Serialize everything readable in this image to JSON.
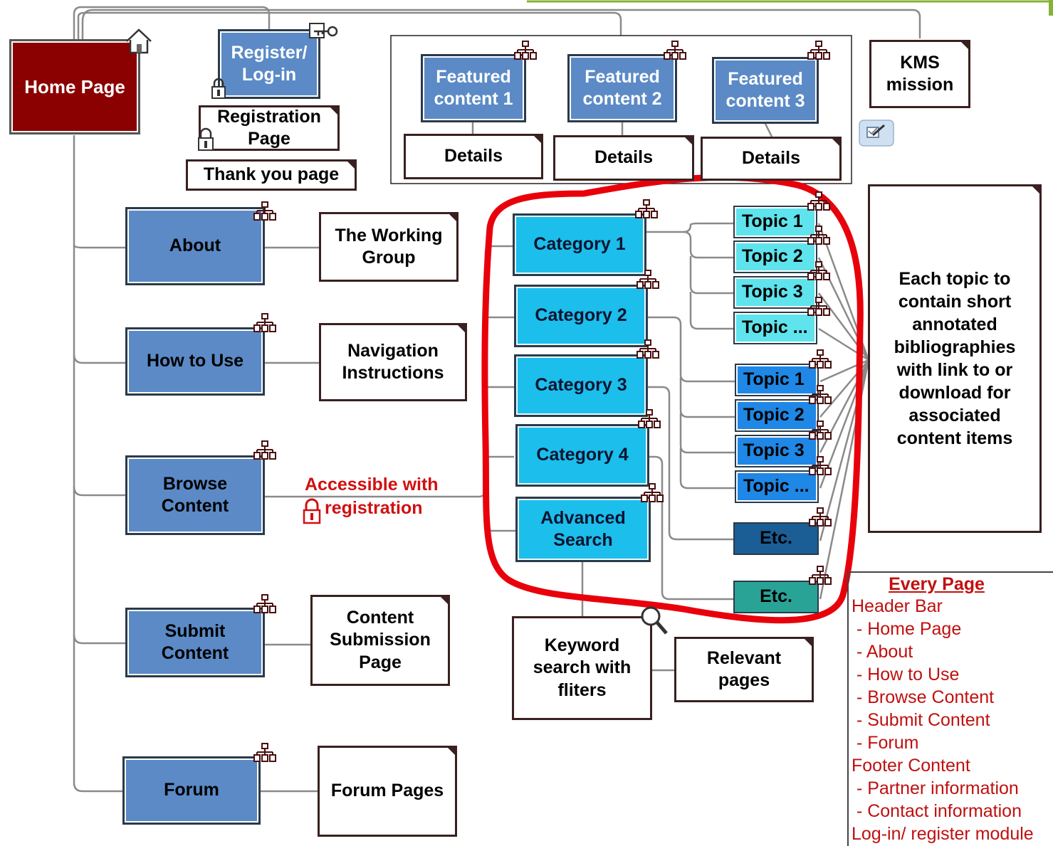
{
  "home": {
    "label": "Home Page"
  },
  "register": {
    "label": "Register/\nLog-in"
  },
  "registration_page": {
    "label": "Registration\nPage"
  },
  "thank_you": {
    "label": "Thank you page"
  },
  "featured": [
    {
      "label": "Featured\ncontent 1",
      "details": "Details"
    },
    {
      "label": "Featured\ncontent 2",
      "details": "Details"
    },
    {
      "label": "Featured\ncontent 3",
      "details": "Details"
    }
  ],
  "kms": {
    "label": "KMS\nmission"
  },
  "main_nav": [
    {
      "label": "About",
      "page": "The Working\nGroup"
    },
    {
      "label": "How to Use",
      "page": "Navigation\nInstructions"
    },
    {
      "label": "Browse\nContent"
    },
    {
      "label": "Submit\nContent",
      "page": "Content\nSubmission\nPage"
    },
    {
      "label": "Forum",
      "page": "Forum Pages"
    }
  ],
  "access_note": {
    "line1": "Accessible with",
    "line2": "registration"
  },
  "categories": [
    "Category 1",
    "Category 2",
    "Category 3",
    "Category 4"
  ],
  "advanced_search": {
    "label": "Advanced\nSearch"
  },
  "keyword_search": {
    "label": "Keyword\nsearch with\nfliters"
  },
  "relevant_pages": {
    "label": "Relevant\npages"
  },
  "topics_group_a": [
    "Topic 1",
    "Topic 2",
    "Topic 3",
    "Topic ..."
  ],
  "topics_group_b": [
    "Topic 1",
    "Topic 2",
    "Topic 3",
    "Topic ..."
  ],
  "etc": [
    "Etc.",
    "Etc."
  ],
  "topic_note": {
    "text": "Each topic to\ncontain short\nannotated\nbibliographies\nwith link to or\ndownload for\nassociated\ncontent items"
  },
  "every_page": {
    "title": "Every Page",
    "lines": [
      "Header Bar",
      " - Home Page",
      " - About",
      " - How to Use",
      " - Browse Content",
      " - Submit Content",
      " - Forum",
      "Footer Content",
      " - Partner information",
      " - Contact information",
      "Log-in/ register module"
    ]
  },
  "colors": {
    "home_fill": "#8b0000",
    "nav_fill": "#5b8ac6",
    "category_fill": "#1cbeeb",
    "topic_a_fill": "#5fe3ec",
    "topic_b_fill": "#1f87e6",
    "etc1_fill": "#1a5e95",
    "etc2_fill": "#2aa397",
    "highlight": "#e8000b",
    "note_text": "#c01010"
  },
  "icons": [
    "house-icon",
    "key-icon",
    "padlock-icon",
    "sitemap-icon",
    "magnifier-icon",
    "edit-icon"
  ]
}
